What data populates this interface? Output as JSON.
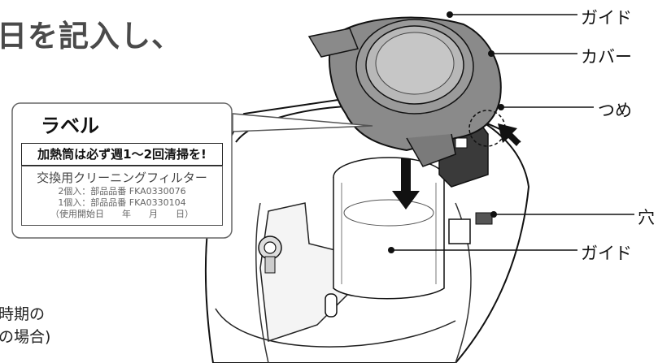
{
  "heading": "日を記入し、",
  "note_line1": "時期の",
  "note_line2": "の場合)",
  "label_card": {
    "title": "ラベル",
    "warning": "加熱筒は必ず週1～2回清掃を!",
    "line1": "交換用クリーニングフィルター",
    "line2": "2個入：部品品番 FKA0330076",
    "line3": "1個入：部品品番 FKA0330104",
    "line4": "（使用開始日　　年　　月　　日）"
  },
  "callouts": {
    "guide_top": "ガイド",
    "cover": "カバー",
    "claw": "つめ",
    "hole": "穴",
    "guide_bottom": "ガイド"
  },
  "colors": {
    "cover_gray": "#8a8a8a",
    "line": "#111111"
  }
}
